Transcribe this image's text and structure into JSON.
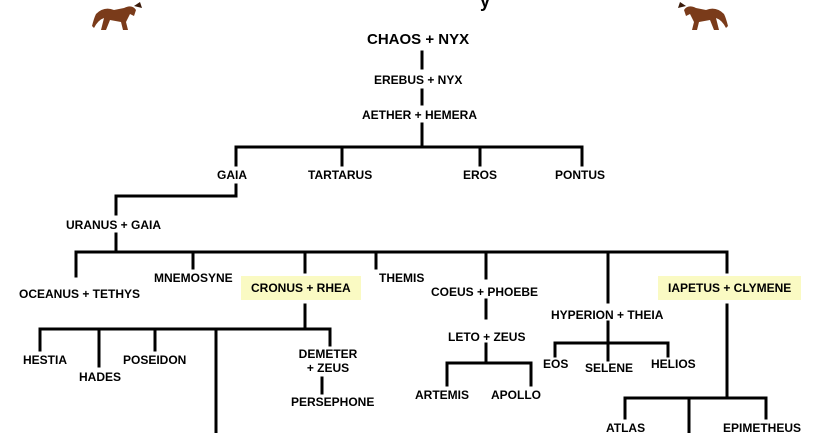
{
  "title_partial": "y",
  "highlight_color": "#fafac3",
  "horse_color": "#7a3b1a",
  "nodes": {
    "chaos_nyx": "CHAOS + NYX",
    "erebus_nyx": "EREBUS + NYX",
    "aether_hemera": "AETHER + HEMERA",
    "gaia": "GAIA",
    "tartarus": "TARTARUS",
    "eros": "EROS",
    "pontus": "PONTUS",
    "uranus_gaia": "URANUS + GAIA",
    "oceanus_tethys": "OCEANUS + TETHYS",
    "mnemosyne": "MNEMOSYNE",
    "cronus_rhea": "CRONUS + RHEA",
    "themis": "THEMIS",
    "coeus_phoebe": "COEUS + PHOEBE",
    "hyperion_theia": "HYPERION + THEIA",
    "iapetus_clymene": "IAPETUS + CLYMENE",
    "hestia": "HESTIA",
    "hades": "HADES",
    "poseidon": "POSEIDON",
    "demeter_zeus_line1": "DEMETER",
    "demeter_zeus_line2": "+ ZEUS",
    "persephone": "PERSEPHONE",
    "leto_zeus": "LETO + ZEUS",
    "artemis": "ARTEMIS",
    "apollo": "APOLLO",
    "eos": "EOS",
    "selene": "SELENE",
    "helios": "HELIOS",
    "atlas": "ATLAS",
    "epimetheus": "EPIMETHEUS"
  }
}
